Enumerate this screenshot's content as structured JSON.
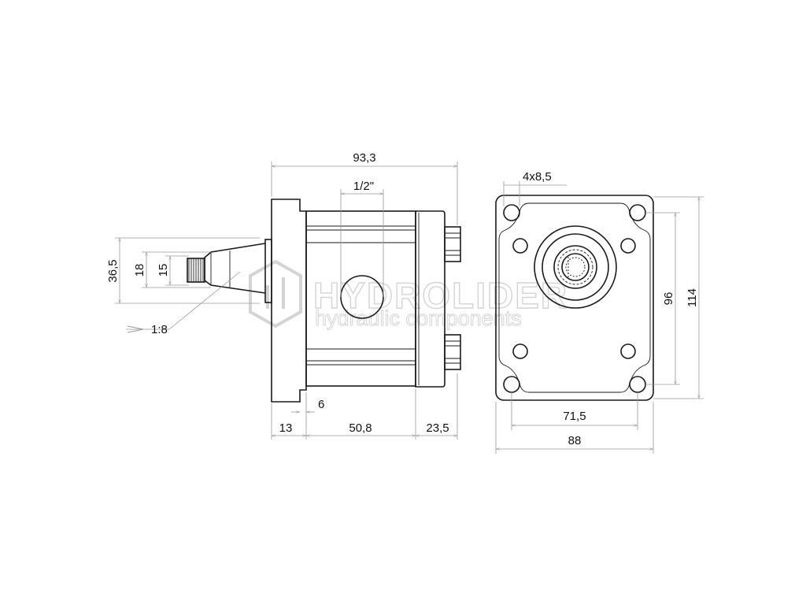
{
  "watermark": {
    "brand": "HYDROLIDER",
    "tagline": "hydraulic components"
  },
  "dimensions": {
    "overall_length": "93,3",
    "port_size": "1/2\"",
    "hole_spec": "4x8,5",
    "shaft_outer_dia": "36,5",
    "shaft_mid_dia": "18",
    "shaft_thread_dia": "15",
    "taper": "1:8",
    "flange_step": "6",
    "flange_thickness": "13",
    "body_length": "50,8",
    "cover_length": "23,5",
    "bolt_spacing_vertical": "96",
    "flange_height": "114",
    "bolt_spacing_horizontal": "71,5",
    "flange_width": "88"
  },
  "colors": {
    "line": "#1a1a1a",
    "dimension_line": "#9a9a9a",
    "watermark": "#d4d4d4",
    "background": "#ffffff"
  }
}
